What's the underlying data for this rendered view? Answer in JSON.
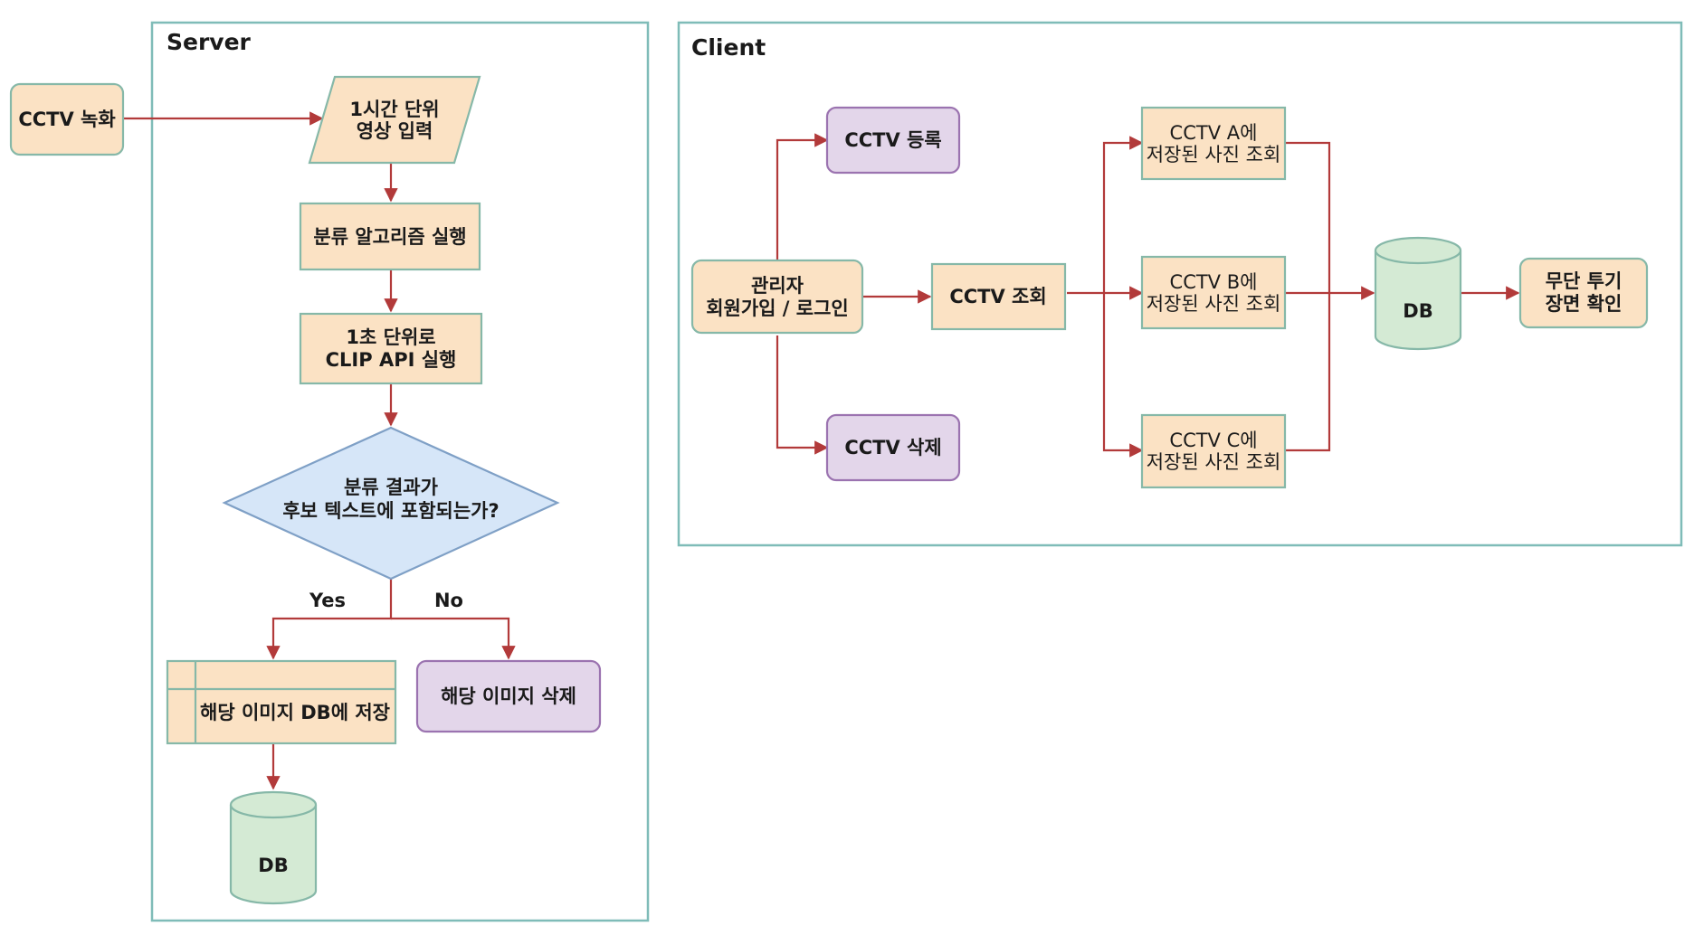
{
  "panels": {
    "server": "Server",
    "client": "Client"
  },
  "server": {
    "cctv_record": "CCTV 녹화",
    "input": [
      "1시간 단위",
      "영상 입력"
    ],
    "classify": "분류 알고리즘 실행",
    "clip": [
      "1초 단위로",
      "CLIP API 실행"
    ],
    "decision": [
      "분류 결과가",
      "후보 텍스트에 포함되는가?"
    ],
    "yes": "Yes",
    "no": "No",
    "save": "해당 이미지 DB에 저장",
    "delete": "해당 이미지 삭제",
    "db": "DB"
  },
  "client": {
    "admin": [
      "관리자",
      "회원가입 / 로그인"
    ],
    "register": "CCTV 등록",
    "remove": "CCTV 삭제",
    "query": "CCTV 조회",
    "photo_a": [
      "CCTV A에",
      "저장된 사진 조회"
    ],
    "photo_b": [
      "CCTV B에",
      "저장된 사진 조회"
    ],
    "photo_c": [
      "CCTV C에",
      "저장된 사진 조회"
    ],
    "db": "DB",
    "result": [
      "무단 투기",
      "장면 확인"
    ]
  },
  "colors": {
    "node_orange": "#fbe2c4",
    "node_purple": "#e3d6ea",
    "node_green": "#d4ead4",
    "node_blue": "#d6e6f8",
    "edge": "#b23a3a",
    "panel_border": "#7fbcb8"
  }
}
